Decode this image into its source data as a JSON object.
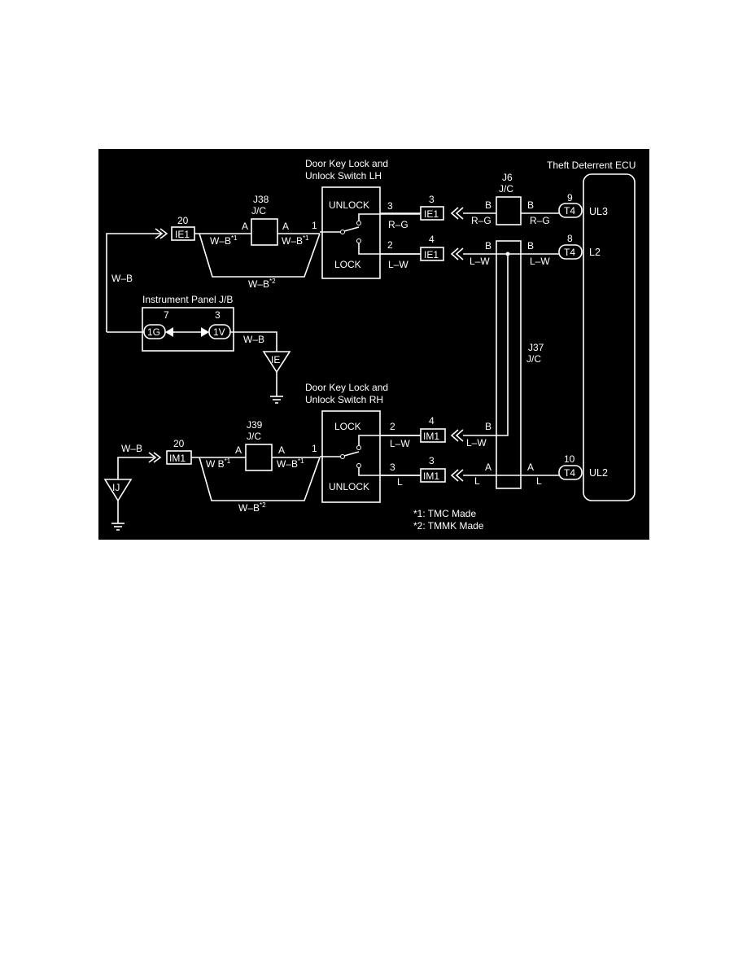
{
  "diagram": {
    "ecu": {
      "title": "Theft Deterrent ECU",
      "ul3": "UL3",
      "l2": "L2",
      "ul2": "UL2"
    },
    "lh_switch": {
      "title1": "Door Key Lock and",
      "title2": "Unlock Switch LH",
      "unlock": "UNLOCK",
      "lock": "LOCK",
      "pin_unlock": "3",
      "pin_lock": "2",
      "pin_common": "1"
    },
    "rh_switch": {
      "title1": "Door Key Lock and",
      "title2": "Unlock Switch RH",
      "lock": "LOCK",
      "unlock": "UNLOCK",
      "pin_lock": "2",
      "pin_unlock": "3",
      "pin_common": "1"
    },
    "j38": {
      "name": "J38",
      "type": "J/C",
      "a_left": "A",
      "a_right": "A"
    },
    "j39": {
      "name": "J39",
      "type": "J/C",
      "a_left": "A",
      "a_right": "A"
    },
    "j6": {
      "name": "J6",
      "type": "J/C",
      "b_left": "B",
      "b_right": "B"
    },
    "j37": {
      "name": "J37",
      "type": "J/C",
      "b_top_left": "B",
      "b_top_right": "B",
      "b_mid": "B",
      "a_left": "A",
      "a_right": "A"
    },
    "ip_jb": {
      "title": "Instrument Panel J/B",
      "pin7": "7",
      "pin3": "3",
      "c1g": "1G",
      "c1v": "1V"
    },
    "connectors": {
      "ie1": "IE1",
      "im1": "IM1",
      "t4": "T4",
      "ie1_left_pin": "20",
      "im1_left_pin": "20",
      "ie1_top_pin": "3",
      "ie1_mid_pin": "4",
      "im1_top_pin": "4",
      "im1_bot_pin": "3",
      "t4_pin9": "9",
      "t4_pin8": "8",
      "t4_pin10": "10"
    },
    "grounds": {
      "ie": "IE",
      "ij": "IJ"
    },
    "wires": {
      "wb": "W–B",
      "wb_space": "W B",
      "rg": "R–G",
      "lw": "L–W",
      "l": "L",
      "sup1": "*1",
      "sup2": "*2"
    },
    "notes": {
      "n1": "*1: TMC Made",
      "n2": "*2: TMMK Made"
    }
  }
}
